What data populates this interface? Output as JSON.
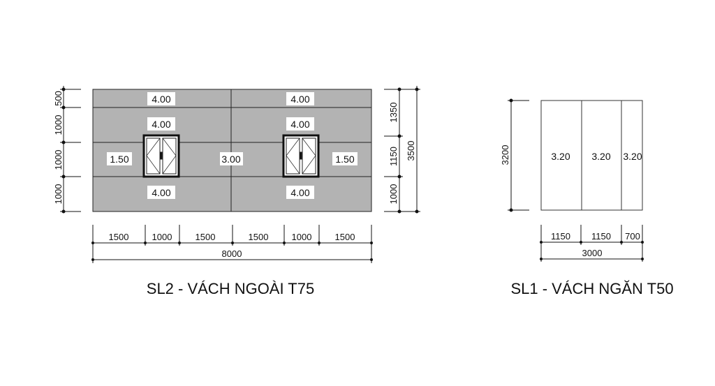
{
  "sl2": {
    "title": "SL2 - VÁCH NGOÀI T75",
    "panel_labels": {
      "top_left": "4.00",
      "top_right": "4.00",
      "upper_left": "4.00",
      "upper_right": "4.00",
      "mid_left": "1.50",
      "mid_center": "3.00",
      "mid_right": "1.50",
      "bottom_left": "4.00",
      "bottom_right": "4.00"
    },
    "left_dims": [
      "500",
      "1000",
      "1000",
      "1000"
    ],
    "right_dims": [
      "1350",
      "1150",
      "1000"
    ],
    "right_total": "3500",
    "bottom_dims": [
      "1500",
      "1000",
      "1500",
      "1500",
      "1000",
      "1500"
    ],
    "bottom_total": "8000"
  },
  "sl1": {
    "title": "SL1 - VÁCH NGĂN T50",
    "panel_labels": [
      "3.20",
      "3.20",
      "3.20"
    ],
    "height_dim": "3200",
    "bottom_dims": [
      "1150",
      "1150",
      "700"
    ],
    "bottom_total": "3000"
  }
}
